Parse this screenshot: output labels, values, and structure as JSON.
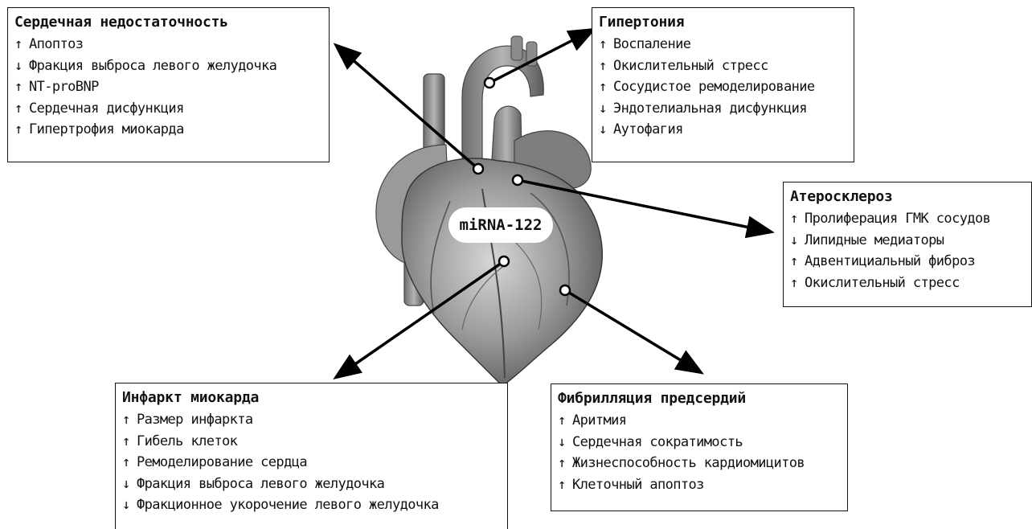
{
  "center_label": "miRNA-122",
  "boxes": {
    "heart_failure": {
      "title": "Сердечная недостаточность",
      "items": [
        {
          "dir": "↑",
          "text": "Апоптоз"
        },
        {
          "dir": "↓",
          "text": "Фракция выброса левого желудочка"
        },
        {
          "dir": "↑",
          "text": "NT-proBNP"
        },
        {
          "dir": "↑",
          "text": "Сердечная дисфункция"
        },
        {
          "dir": "↑",
          "text": "Гипертрофия миокарда"
        }
      ]
    },
    "hypertension": {
      "title": "Гипертония",
      "items": [
        {
          "dir": "↑",
          "text": "Воспаление"
        },
        {
          "dir": "↑",
          "text": "Окислительный стресс"
        },
        {
          "dir": "↑",
          "text": "Сосудистое ремоделирование"
        },
        {
          "dir": "↓",
          "text": "Эндотелиальная дисфункция"
        },
        {
          "dir": "↓",
          "text": "Аутофагия"
        }
      ]
    },
    "atherosclerosis": {
      "title": "Атеросклероз",
      "items": [
        {
          "dir": "↑",
          "text": "Пролиферация ГМК сосудов"
        },
        {
          "dir": "↓",
          "text": "Липидные медиаторы"
        },
        {
          "dir": "↑",
          "text": "Адвентициальный фиброз"
        },
        {
          "dir": "↑",
          "text": "Окислительный стресс"
        }
      ]
    },
    "myocardial_infarction": {
      "title": "Инфаркт миокарда",
      "items": [
        {
          "dir": "↑",
          "text": "Размер инфаркта"
        },
        {
          "dir": "↑",
          "text": "Гибель клеток"
        },
        {
          "dir": "↑",
          "text": "Ремоделирование сердца"
        },
        {
          "dir": "↓",
          "text": "Фракция выброса левого желудочка"
        },
        {
          "dir": "↓",
          "text": "Фракционное укорочение левого желудочка"
        }
      ]
    },
    "atrial_fibrillation": {
      "title": "Фибрилляция предсердий",
      "items": [
        {
          "dir": "↑",
          "text": "Аритмия"
        },
        {
          "dir": "↓",
          "text": "Сердечная сократимость"
        },
        {
          "dir": "↑",
          "text": "Жизнеспособность кардиомицитов"
        },
        {
          "dir": "↑",
          "text": "Клеточный апоптоз"
        }
      ]
    }
  },
  "colors": {
    "heart_base": "#8e8e8e",
    "heart_light": "#c9c9c9",
    "heart_dark": "#4a4a4a",
    "arrow": "#000000"
  }
}
